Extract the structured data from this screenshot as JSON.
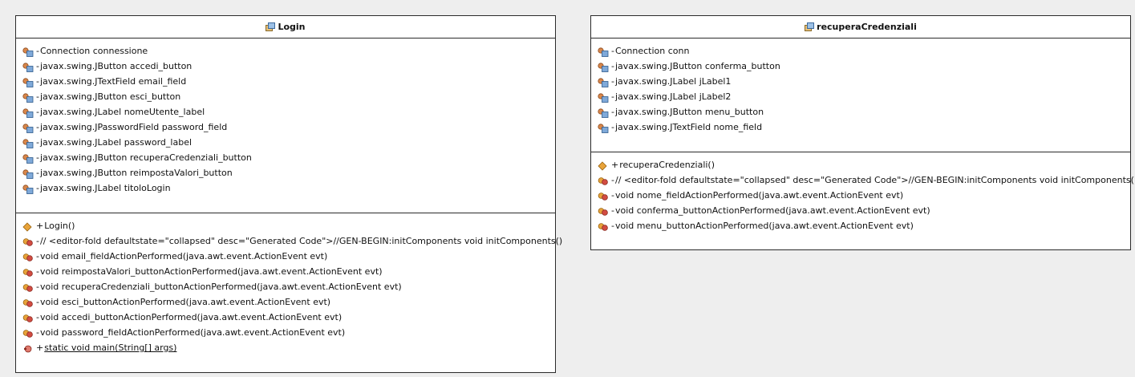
{
  "classes": [
    {
      "name": "Login",
      "attributes": [
        {
          "vis": "-",
          "sig": "Connection connessione"
        },
        {
          "vis": "-",
          "sig": "javax.swing.JButton accedi_button"
        },
        {
          "vis": "-",
          "sig": "javax.swing.JTextField email_field"
        },
        {
          "vis": "-",
          "sig": "javax.swing.JButton esci_button"
        },
        {
          "vis": "-",
          "sig": "javax.swing.JLabel nomeUtente_label"
        },
        {
          "vis": "-",
          "sig": "javax.swing.JPasswordField password_field"
        },
        {
          "vis": "-",
          "sig": "javax.swing.JLabel password_label"
        },
        {
          "vis": "-",
          "sig": "javax.swing.JButton recuperaCredenziali_button"
        },
        {
          "vis": "-",
          "sig": "javax.swing.JButton reimpostaValori_button"
        },
        {
          "vis": "-",
          "sig": "javax.swing.JLabel titoloLogin"
        }
      ],
      "operations": [
        {
          "vis": "+",
          "sig": "Login()",
          "kind": "constructor"
        },
        {
          "vis": "-",
          "sig": "// <editor-fold defaultstate=\"collapsed\" desc=\"Generated Code\">//GEN-BEGIN:initComponents void initComponents()",
          "kind": "private"
        },
        {
          "vis": "-",
          "sig": "void email_fieldActionPerformed(java.awt.event.ActionEvent evt)",
          "kind": "private"
        },
        {
          "vis": "-",
          "sig": "void reimpostaValori_buttonActionPerformed(java.awt.event.ActionEvent evt)",
          "kind": "private"
        },
        {
          "vis": "-",
          "sig": "void recuperaCredenziali_buttonActionPerformed(java.awt.event.ActionEvent evt)",
          "kind": "private"
        },
        {
          "vis": "-",
          "sig": "void esci_buttonActionPerformed(java.awt.event.ActionEvent evt)",
          "kind": "private"
        },
        {
          "vis": "-",
          "sig": "void accedi_buttonActionPerformed(java.awt.event.ActionEvent evt)",
          "kind": "private"
        },
        {
          "vis": "-",
          "sig": "void password_fieldActionPerformed(java.awt.event.ActionEvent evt)",
          "kind": "private"
        },
        {
          "vis": "+",
          "sig": "static void main(String[] args)",
          "kind": "static"
        }
      ]
    },
    {
      "name": "recuperaCredenziali",
      "attributes": [
        {
          "vis": "-",
          "sig": "Connection conn"
        },
        {
          "vis": "-",
          "sig": "javax.swing.JButton conferma_button"
        },
        {
          "vis": "-",
          "sig": "javax.swing.JLabel jLabel1"
        },
        {
          "vis": "-",
          "sig": "javax.swing.JLabel jLabel2"
        },
        {
          "vis": "-",
          "sig": "javax.swing.JButton menu_button"
        },
        {
          "vis": "-",
          "sig": "javax.swing.JTextField nome_field"
        }
      ],
      "operations": [
        {
          "vis": "+",
          "sig": "recuperaCredenziali()",
          "kind": "constructor"
        },
        {
          "vis": "-",
          "sig": "// <editor-fold defaultstate=\"collapsed\" desc=\"Generated Code\">//GEN-BEGIN:initComponents void initComponents()",
          "kind": "private"
        },
        {
          "vis": "-",
          "sig": "void nome_fieldActionPerformed(java.awt.event.ActionEvent evt)",
          "kind": "private"
        },
        {
          "vis": "-",
          "sig": "void conferma_buttonActionPerformed(java.awt.event.ActionEvent evt)",
          "kind": "private"
        },
        {
          "vis": "-",
          "sig": "void menu_buttonActionPerformed(java.awt.event.ActionEvent evt)",
          "kind": "private"
        }
      ]
    }
  ],
  "icons": {
    "class": "class-icon",
    "field": "private-field-icon",
    "constructor": "constructor-icon",
    "method": "private-method-icon",
    "static": "static-method-icon"
  },
  "colors": {
    "background": "#eeeeee",
    "box": "#ffffff",
    "border": "#2b2b2b",
    "field_icon_orange": "#d8874b",
    "field_icon_blue": "#5d8fc9",
    "method_icon_red": "#d24c42",
    "constructor_icon_gold": "#e8a33a"
  }
}
